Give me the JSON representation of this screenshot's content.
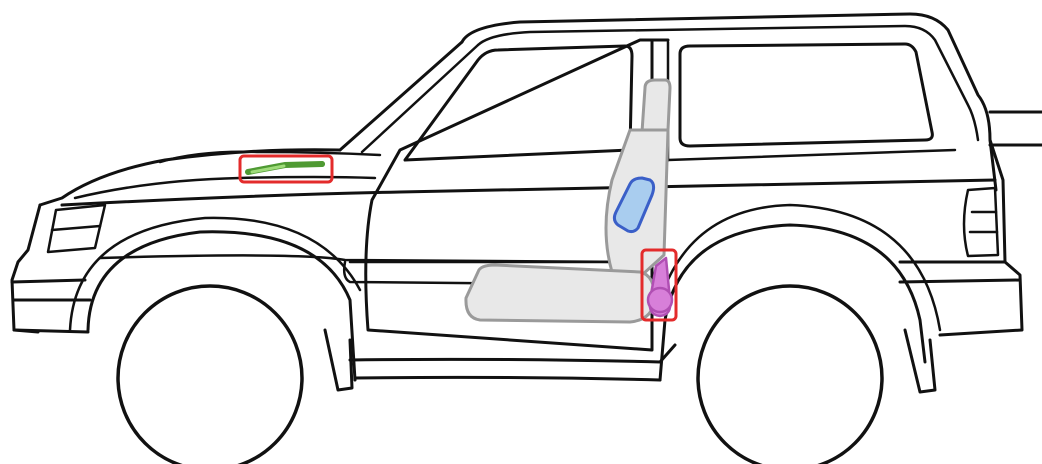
{
  "figure": {
    "subject": "suv-side-view",
    "highlights": [
      {
        "name": "hood-strut",
        "fill": "#7fbf5a",
        "stroke": "#4f9a33",
        "frame": "#e32b2b"
      },
      {
        "name": "seatback-component",
        "fill": "#a9cdef",
        "stroke": "#3a5fc8"
      },
      {
        "name": "seat-base-component",
        "fill": "#d77fd9",
        "stroke": "#b04fb3",
        "frame": "#e32b2b"
      }
    ],
    "colors": {
      "outline": "#111111",
      "seat_fill": "#e8e8e8",
      "seat_stroke": "#9a9a9a"
    }
  }
}
